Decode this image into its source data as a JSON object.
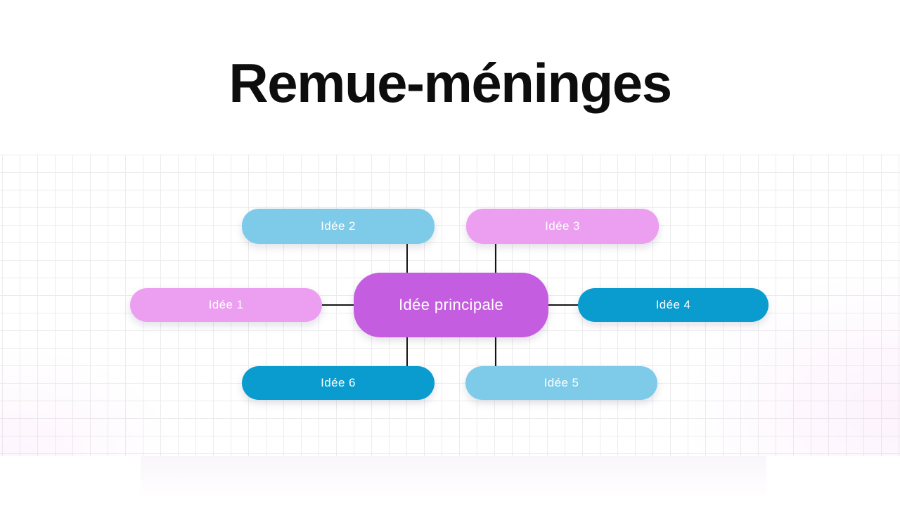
{
  "title": "Remue-méninges",
  "canvas": {
    "background": "#ffffff",
    "grid_line_color": "#ececec",
    "connector_color": "#141414"
  },
  "diagram": {
    "center": {
      "label": "Idée principale",
      "color": "#c55de0",
      "text_color": "#ffffff"
    },
    "nodes": [
      {
        "id": "idee-1",
        "label": "Idée 1",
        "color": "#ec9ff1"
      },
      {
        "id": "idee-2",
        "label": "Idée 2",
        "color": "#7ecbe9"
      },
      {
        "id": "idee-3",
        "label": "Idée 3",
        "color": "#ec9ff1"
      },
      {
        "id": "idee-4",
        "label": "Idée 4",
        "color": "#0a9ccf"
      },
      {
        "id": "idee-5",
        "label": "Idée 5",
        "color": "#7ecbe9"
      },
      {
        "id": "idee-6",
        "label": "Idée 6",
        "color": "#0a9ccf"
      }
    ]
  }
}
